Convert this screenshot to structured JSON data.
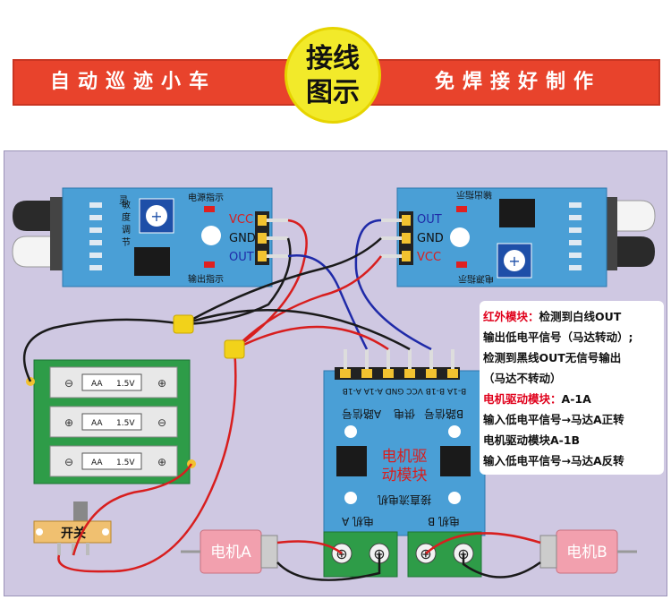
{
  "header": {
    "left_title": "自动巡迹小车",
    "right_title": "免焊接好制作",
    "badge_line1": "接线",
    "badge_line2": "图示"
  },
  "ir_left": {
    "sensitivity": [
      "灵",
      "敏",
      "度",
      "调",
      "节"
    ],
    "power_led": "电源指示",
    "output_led": "输出指示",
    "pins": [
      "VCC",
      "GND",
      "OUT"
    ]
  },
  "ir_right": {
    "power_led": "电源指示",
    "output_led": "输出指示",
    "pins": [
      "OUT",
      "GND",
      "VCC"
    ]
  },
  "driver": {
    "pin_labels": "B-1A B-1B VCC GND A-1A A-1B",
    "signal_b": "B路信号",
    "power": "供电",
    "signal_a": "A路信号",
    "center_line1": "电机驱",
    "center_line2": "动模块",
    "dc_motor": "接直流电机",
    "motor_a": "电机 A",
    "motor_b": "电机 B"
  },
  "battery": {
    "cell_label": "AA",
    "cell_voltage": "1.5V",
    "cell_count": 3
  },
  "switch_label": "开关",
  "motor_a_label": "电机A",
  "motor_b_label": "电机B",
  "notes": {
    "l1_red": "红外模块：",
    "l1_black": "检测到白线OUT",
    "l2": "输出低电平信号（马达转动）;",
    "l3": "检测到黑线OUT无信号输出",
    "l4": "（马达不转动）",
    "l5_red": "电机驱动模块：",
    "l5_black": "A-1A",
    "l6": "输入低电平信号→马达A正转",
    "l7": "电机驱动模块A-1B",
    "l8": "输入低电平信号→马达A反转"
  },
  "colors": {
    "banner": "#e8432c",
    "badge": "#f2ea2a",
    "panel": "#cfc8e2",
    "pcb": "#4a9fd6",
    "terminal": "#2e9c48",
    "wire_red": "#d81e1e",
    "wire_blue": "#1f2aa8",
    "wire_black": "#1a1a1a"
  }
}
